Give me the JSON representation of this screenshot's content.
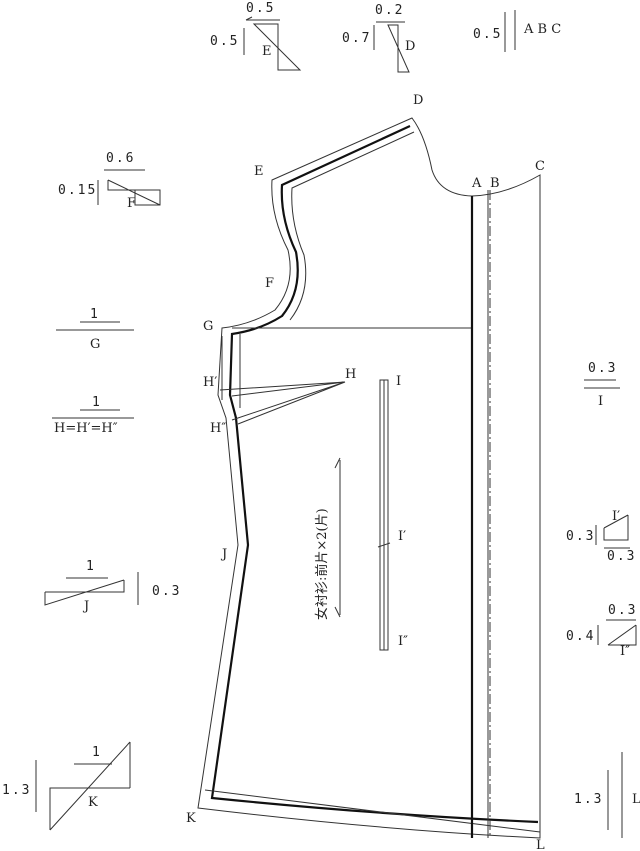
{
  "points": {
    "A": "A",
    "B": "B",
    "C": "C",
    "D": "D",
    "E": "E",
    "F": "F",
    "G": "G",
    "H": "H",
    "H1": "H′",
    "H2": "H″",
    "I": "I",
    "I1": "I′",
    "I2": "I″",
    "J": "J",
    "K": "K",
    "L": "L"
  },
  "grain_label": "女衬衫:前片×2(片)",
  "annotations": {
    "E": {
      "h": "0.5",
      "v": "0.5",
      "label": "E"
    },
    "D": {
      "h": "0.2",
      "v": "0.7",
      "label": "D"
    },
    "ABC": {
      "v": "0.5",
      "label": "A B C"
    },
    "F": {
      "h": "0.6",
      "v": "0.15",
      "label": "F"
    },
    "G": {
      "h": "1",
      "label": "G"
    },
    "H": {
      "h": "1",
      "label": "H=H′=H″"
    },
    "I": {
      "h": "0.3",
      "label": "I"
    },
    "J": {
      "h": "1",
      "v": "0.3",
      "label": "J"
    },
    "K": {
      "h": "1",
      "v": "1.3",
      "label": "K"
    },
    "I1": {
      "h": "0.3",
      "v": "0.3",
      "label": "I′"
    },
    "I2": {
      "h": "0.3",
      "v": "0.4",
      "label": "I″"
    },
    "L": {
      "v": "1.3",
      "label": "L"
    }
  }
}
